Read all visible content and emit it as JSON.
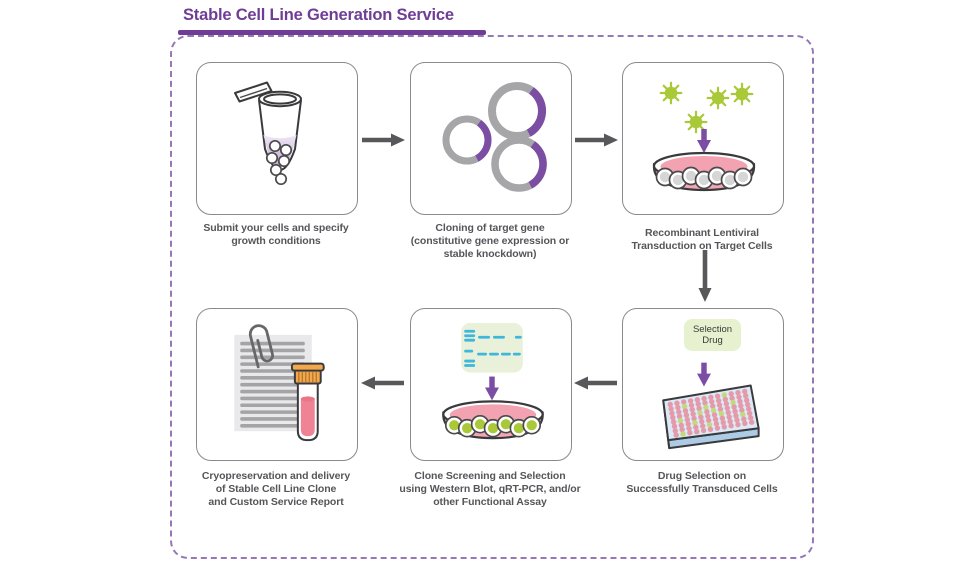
{
  "title": "Stable Cell Line Generation Service",
  "steps": [
    {
      "id": "submit-cells",
      "caption": "Submit your cells and specify\ngrowth conditions",
      "icon": "microcentrifuge-tube-icon"
    },
    {
      "id": "cloning",
      "caption": "Cloning of target gene\n(constitutive gene expression or\nstable knockdown)",
      "icon": "plasmids-icon"
    },
    {
      "id": "transduction",
      "caption": "Recombinant Lentiviral\nTransduction on Target Cells",
      "icon": "lentivirus-dish-icon"
    },
    {
      "id": "drug-selection",
      "caption": "Drug Selection on\nSuccessfully Transduced Cells",
      "icon": "well-plate-icon"
    },
    {
      "id": "clone-screening",
      "caption": "Clone Screening and Selection\nusing Western Blot, qRT-PCR, and/or\nother Functional Assay",
      "icon": "western-blot-dish-icon"
    },
    {
      "id": "cryopreservation",
      "caption": "Cryopreservation and delivery\nof Stable Cell Line Clone\nand Custom Service Report",
      "icon": "report-cryovial-icon"
    }
  ],
  "selection_drug_label": "Selection\nDrug",
  "well_plate": {
    "rows": 8,
    "cols": 12,
    "green_wells": [
      [
        0,
        8
      ],
      [
        1,
        2
      ],
      [
        2,
        5
      ],
      [
        2,
        9
      ],
      [
        3,
        4
      ],
      [
        3,
        6
      ],
      [
        4,
        1
      ],
      [
        4,
        7
      ],
      [
        5,
        3
      ],
      [
        5,
        10
      ],
      [
        6,
        5
      ],
      [
        7,
        1
      ]
    ]
  },
  "gel_blot": {
    "bands": [
      [
        3,
        7,
        11
      ],
      [
        3,
        11.5,
        11
      ],
      [
        3,
        16,
        11
      ],
      [
        3,
        27,
        9
      ],
      [
        3,
        37,
        11
      ],
      [
        3,
        41.5,
        11
      ],
      [
        17,
        13,
        12
      ],
      [
        32,
        13,
        12
      ],
      [
        54,
        13,
        7
      ],
      [
        16,
        30,
        10
      ],
      [
        28,
        30,
        10
      ],
      [
        40,
        30,
        10
      ],
      [
        52,
        30,
        8
      ]
    ]
  },
  "document": {
    "line_count": 13
  },
  "colors": {
    "title_purple": "#703d96",
    "dashed_border": "#9678b6",
    "box_border": "#8a8a8d",
    "caption_gray": "#555659",
    "arrow_gray": "#58585a",
    "icon_purple": "#7c4ea3",
    "virus_green": "#a9c938",
    "dish_pink": "#f3a7b4",
    "media_pink": "#f2a2b1",
    "cell_gray": "#d6d6d6",
    "blot_bg": "#e9f1da",
    "band_cyan": "#3eb7dc",
    "drug_label_bg": "#e6f2cf",
    "label_text": "#3a3a3a",
    "plate_top": "#dce9f7",
    "plate_side": "#aecbe6",
    "well_pink": "#e59aa9",
    "well_green": "#c3d97a",
    "doc_bg": "#e9e9eb",
    "doc_line": "#a4a4a7",
    "cap_orange": "#f3a84e",
    "cap_rib": "#b5772a",
    "vial_liquid": "#f08295",
    "tube_liquid_top": "#f0e8f6",
    "tube_liquid_bottom": "#c2a3d6",
    "plasmid_gray": "#a6a6a9",
    "outline_dark": "#3a3a3c"
  }
}
